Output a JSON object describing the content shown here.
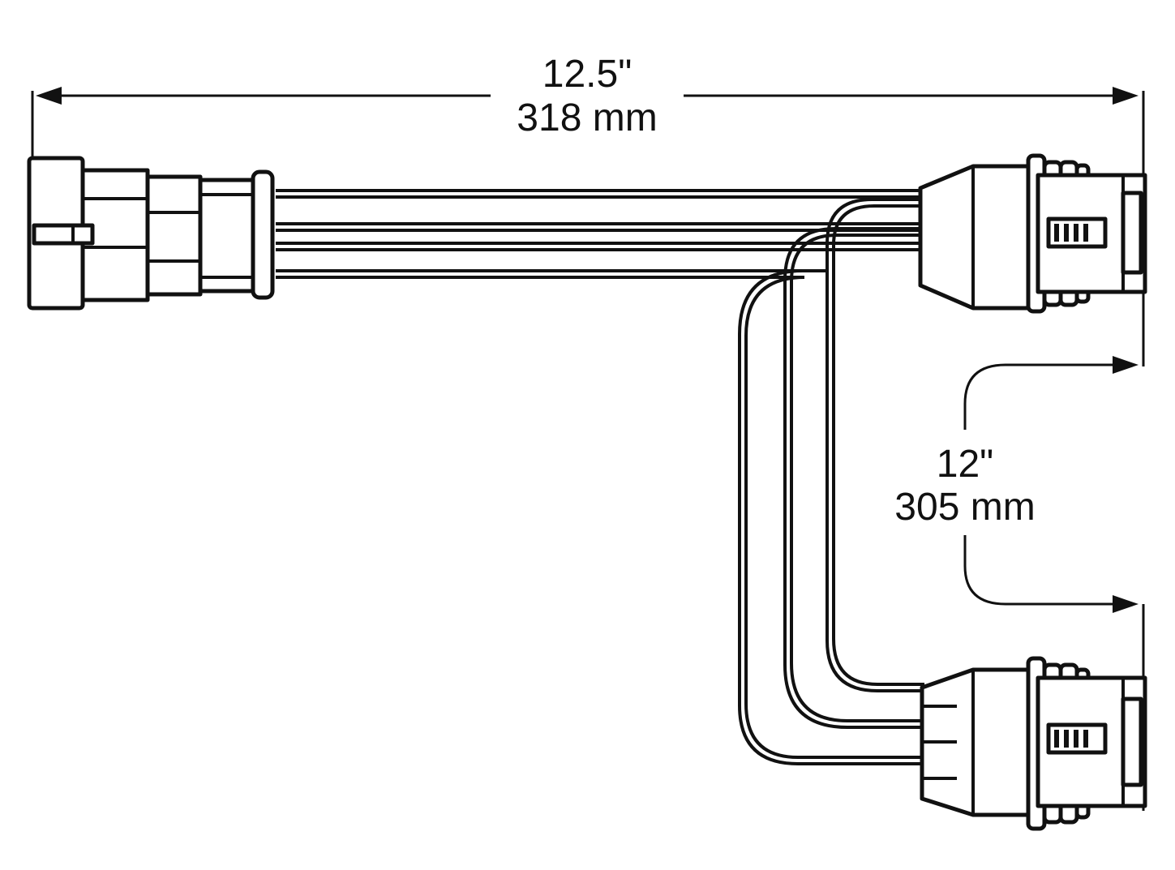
{
  "dimensions": {
    "overall_length": {
      "imperial": "12.5\"",
      "metric": "318 mm"
    },
    "branch_offset": {
      "imperial": "12\"",
      "metric": "305 mm"
    }
  },
  "colors": {
    "line": "#111111",
    "background": "#ffffff"
  }
}
